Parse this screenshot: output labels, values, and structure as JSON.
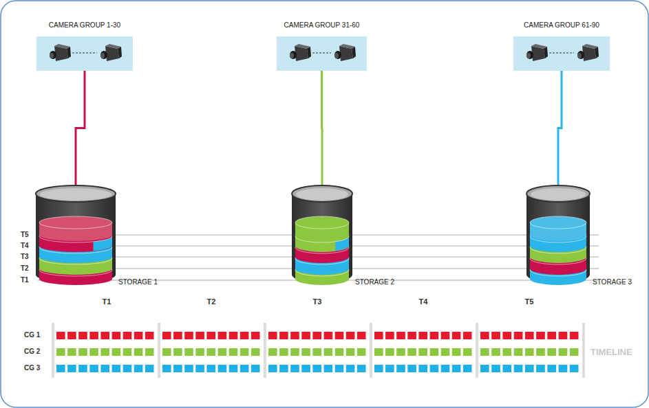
{
  "diagram": {
    "nodes": [
      {
        "text": [
          "CAMERA GROUP 1-30"
        ]
      },
      {
        "text": [
          "CAMERA GROUP 31-60"
        ]
      },
      {
        "text": [
          "CAMERA GROUP 61-90"
        ]
      },
      {
        "text": [
          "STORAGE 1"
        ]
      },
      {
        "text": [
          "STORAGE 2"
        ]
      },
      {
        "text": [
          "STORAGE 3"
        ]
      }
    ],
    "edges": [
      {
        "from": 0,
        "to": 3,
        "arrow": "none"
      },
      {
        "from": 1,
        "to": 4,
        "arrow": "none"
      },
      {
        "from": 2,
        "to": 5,
        "arrow": "none"
      }
    ],
    "labels": [
      "T5",
      "T4",
      "T3",
      "T2",
      "T1",
      "T1",
      "T2",
      "T3",
      "T4",
      "T5",
      "CG 1",
      "CG 2",
      "CG 3",
      "TIMELINE"
    ]
  }
}
